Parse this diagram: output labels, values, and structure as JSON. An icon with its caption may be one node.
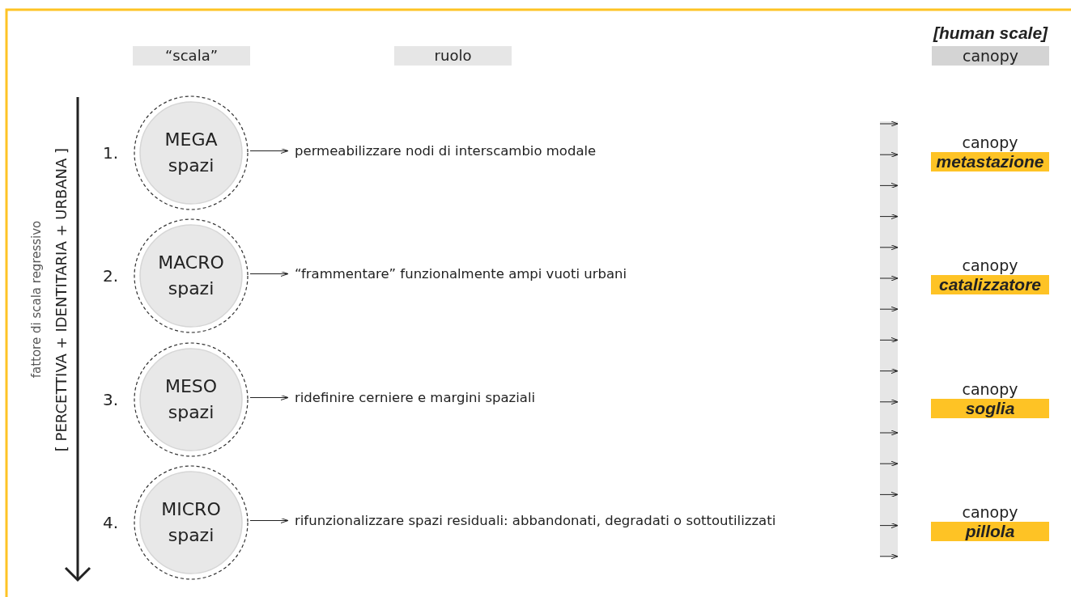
{
  "diagram": {
    "nodes": [
      {
        "text": [
          "“scala”"
        ]
      },
      {
        "text": [
          "ruolo"
        ]
      },
      {
        "text": [
          "[human scale]",
          "canopy"
        ]
      },
      {
        "text": [
          "MEGA spazi"
        ],
        "beside": [
          "1."
        ]
      },
      {
        "text": [
          "permeabilizzare nodi di interscambio modale"
        ]
      },
      {
        "text": [
          "canopy",
          "metastazione"
        ]
      },
      {
        "text": [
          "MACRO spazi"
        ],
        "beside": [
          "2."
        ]
      },
      {
        "text": [
          "“frammentare” funzionalmente ampi vuoti urbani"
        ]
      },
      {
        "text": [
          "canopy",
          "catalizzatore"
        ]
      },
      {
        "text": [
          "MESO spazi"
        ],
        "beside": [
          "3."
        ]
      },
      {
        "text": [
          "ridefinire cerniere e margini spaziali"
        ]
      },
      {
        "text": [
          "canopy",
          "soglia"
        ]
      },
      {
        "text": [
          "MICRO spazi"
        ],
        "beside": [
          "4."
        ]
      },
      {
        "text": [
          "rifunzionalizzare spazi residuali: abbandonati, degradati o sottoutilizzati"
        ]
      },
      {
        "text": [
          "canopy",
          "pillola"
        ]
      }
    ],
    "edges": [
      {
        "from": 3,
        "to": 4,
        "arrow": "to"
      },
      {
        "from": 6,
        "to": 7,
        "arrow": "to"
      },
      {
        "from": 9,
        "to": 10,
        "arrow": "to"
      },
      {
        "from": 12,
        "to": 13,
        "arrow": "to"
      }
    ],
    "labels": [
      "fattore di scala regressivo",
      "[ PERCETTIVA + IDENTITARIA + URBANA ]"
    ]
  }
}
